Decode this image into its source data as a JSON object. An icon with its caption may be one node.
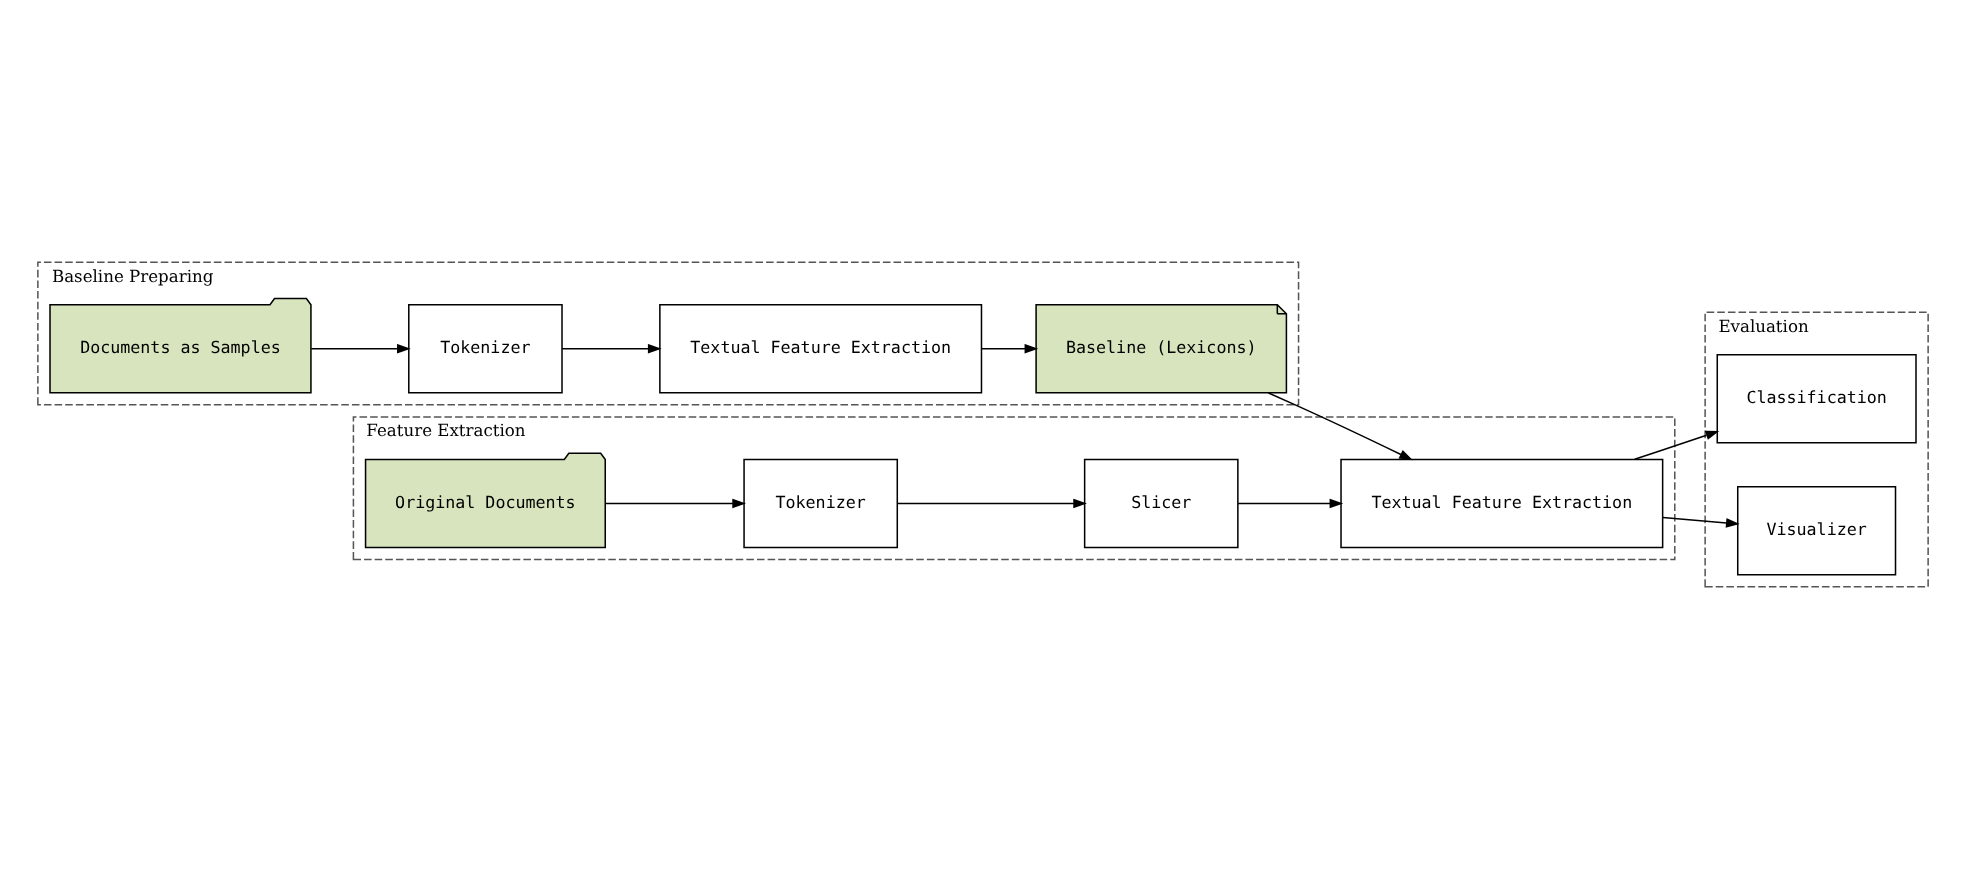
{
  "diagram": {
    "nodes": [
      {
        "text": [
          "Baseline Preparing"
        ]
      },
      {
        "text": [
          "Documents as Samples"
        ],
        "in": 0
      },
      {
        "text": [
          "Tokenizer"
        ],
        "in": 0
      },
      {
        "text": [
          "Textual Feature Extraction"
        ],
        "in": 0
      },
      {
        "text": [
          "Baseline (Lexicons)"
        ],
        "in": 0
      },
      {
        "text": [
          "Feature Extraction"
        ]
      },
      {
        "text": [
          "Original Documents"
        ],
        "in": 5
      },
      {
        "text": [
          "Tokenizer"
        ],
        "in": 5
      },
      {
        "text": [
          "Slicer"
        ],
        "in": 5
      },
      {
        "text": [
          "Textual Feature Extraction"
        ],
        "in": 5
      },
      {
        "text": [
          "Evaluation"
        ]
      },
      {
        "text": [
          "Visualizer"
        ],
        "in": 10
      },
      {
        "text": [
          "Classification"
        ],
        "in": 10
      }
    ],
    "edges": [
      {
        "from": 1,
        "to": 2,
        "arrow": "to"
      },
      {
        "from": 2,
        "to": 3,
        "arrow": "to"
      },
      {
        "from": 3,
        "to": 4,
        "arrow": "to"
      },
      {
        "from": 6,
        "to": 7,
        "arrow": "to"
      },
      {
        "from": 7,
        "to": 8,
        "arrow": "to"
      },
      {
        "from": 8,
        "to": 9,
        "arrow": "to"
      },
      {
        "from": 4,
        "to": 9,
        "arrow": "to"
      },
      {
        "from": 9,
        "to": 11,
        "arrow": "to"
      },
      {
        "from": 9,
        "to": 12,
        "arrow": "to"
      }
    ]
  }
}
